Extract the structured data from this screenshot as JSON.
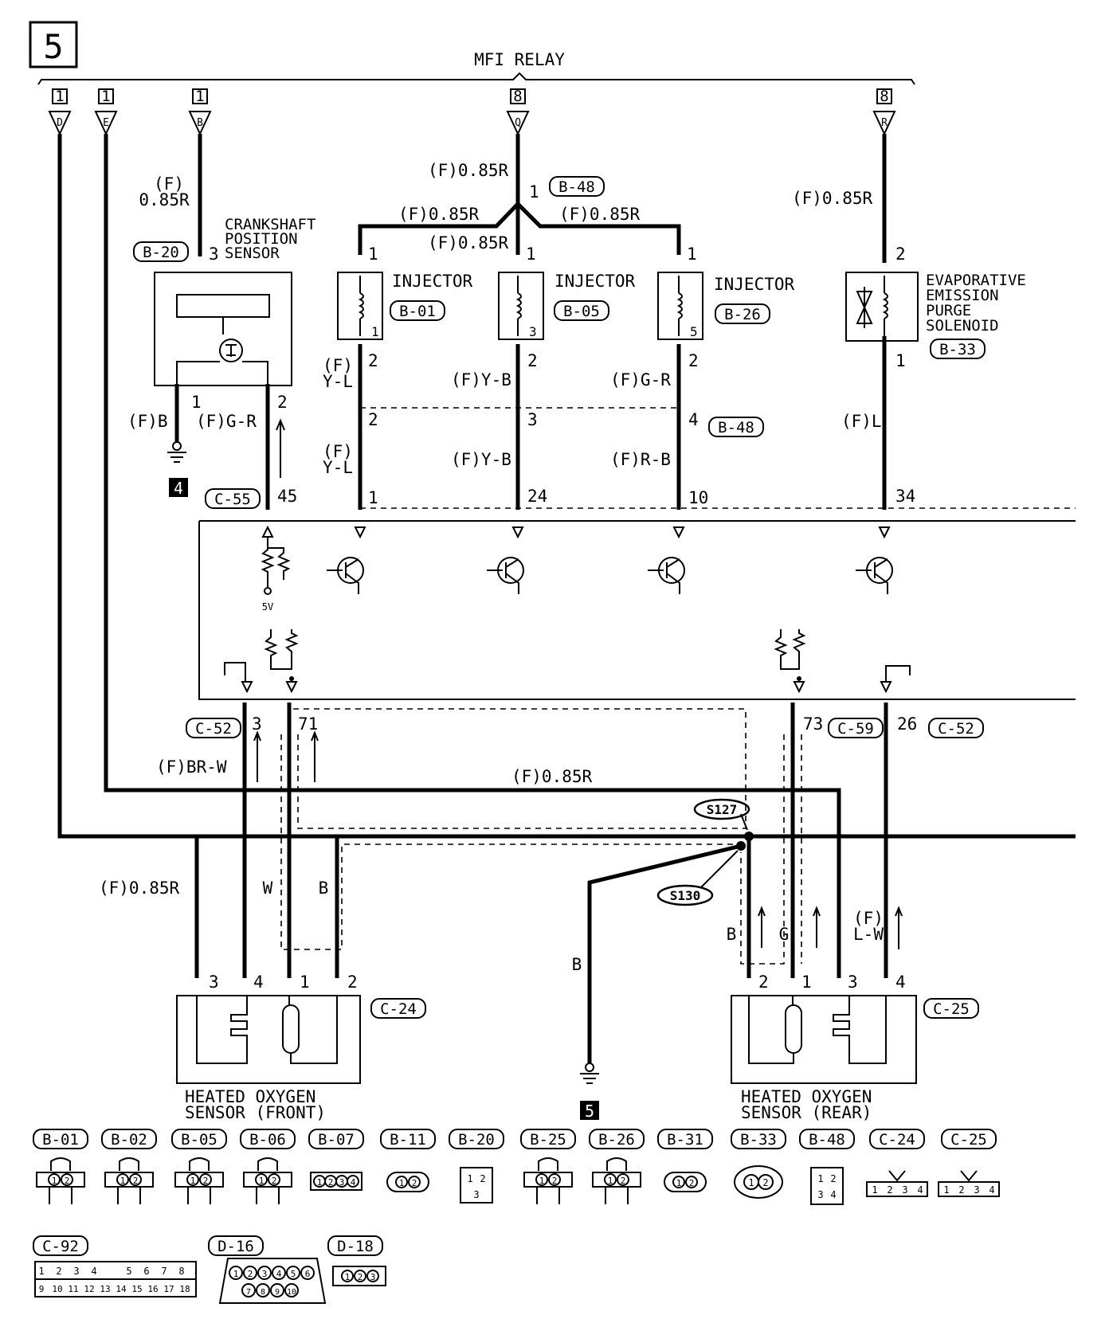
{
  "page_number": "5",
  "relay_title": "MFI RELAY",
  "relay_terminals": [
    {
      "num": "1",
      "letter": "D"
    },
    {
      "num": "1",
      "letter": "E"
    },
    {
      "num": "1",
      "letter": "B"
    },
    {
      "num": "8",
      "letter": "Q"
    },
    {
      "num": "8",
      "letter": "R"
    }
  ],
  "components": {
    "crankshaft_sensor": [
      "CRANKSHAFT",
      "POSITION",
      "SENSOR"
    ],
    "injector": "INJECTOR",
    "evap_solenoid": [
      "EVAPORATIVE",
      "EMISSION",
      "PURGE",
      "SOLENOID"
    ],
    "oxygen_front": [
      "HEATED  OXYGEN",
      "SENSOR  (FRONT)"
    ],
    "oxygen_rear": [
      "HEATED  OXYGEN",
      "SENSOR  (REAR)"
    ]
  },
  "wire_labels": {
    "f_top": "(F)",
    "r085": "0.85R",
    "f085r": "(F)0.85R",
    "fb": "(F)B",
    "fgr": "(F)G-R",
    "fyl": "Y-L",
    "fyb": "(F)Y-B",
    "fgr2": "(F)G-R",
    "frb": "(F)R-B",
    "fl": "(F)L",
    "fbrw": "(F)BR-W",
    "w": "W",
    "b": "B",
    "g": "G",
    "flw": "L-W"
  },
  "pins": {
    "p1": "1",
    "p2": "2",
    "p3": "3",
    "p4": "4",
    "p5": "5",
    "p10": "10",
    "p24": "24",
    "p26": "26",
    "p34": "34",
    "p45": "45",
    "p71": "71",
    "p73": "73",
    "v5": "5V"
  },
  "connector_refs": {
    "b48": "B-48",
    "b20": "B-20",
    "b01": "B-01",
    "b05": "B-05",
    "b26": "B-26",
    "b33": "B-33",
    "c55": "C-55",
    "c52": "C-52",
    "c59": "C-59",
    "c24": "C-24",
    "c25": "C-25"
  },
  "splices": {
    "s127": "S127",
    "s130": "S130"
  },
  "grounds": {
    "g4": "4",
    "g5": "5"
  },
  "legend": {
    "row1": [
      "B-01",
      "B-02",
      "B-05",
      "B-06",
      "B-07",
      "B-11",
      "B-20",
      "B-25",
      "B-26",
      "B-31",
      "B-33",
      "B-48",
      "C-24",
      "C-25"
    ],
    "row2": [
      "C-92",
      "D-16",
      "D-18"
    ],
    "pins": {
      "one": "1",
      "two": "2",
      "three": "3",
      "four": "4",
      "five": "5",
      "six": "6",
      "seven": "7",
      "eight": "8",
      "nine": "9",
      "ten": "10",
      "n11": "11",
      "n12": "12",
      "n13": "13",
      "n14": "14",
      "n15": "15",
      "n16": "16",
      "n17": "17",
      "n18": "18"
    }
  }
}
